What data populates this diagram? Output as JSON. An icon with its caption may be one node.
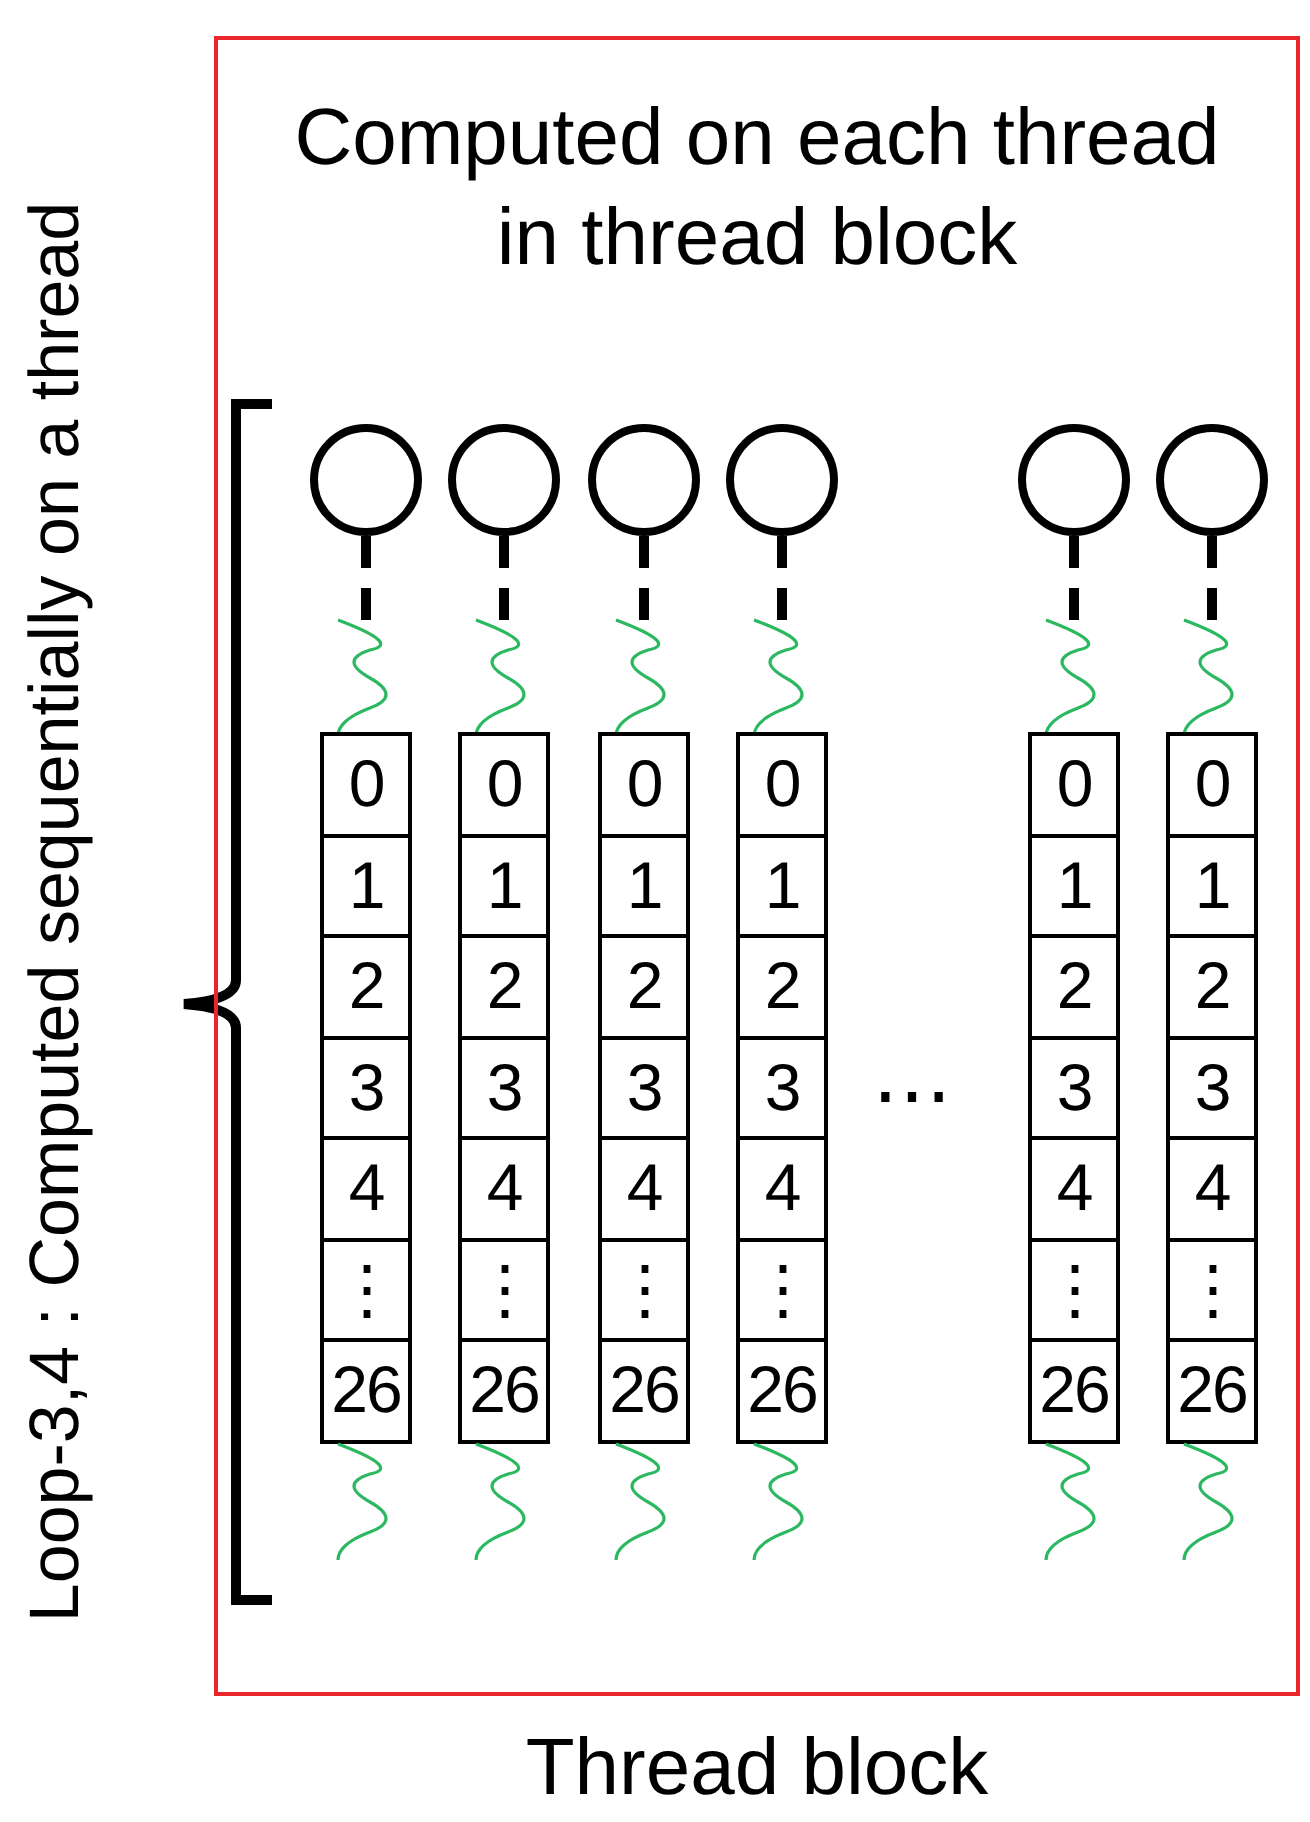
{
  "diagram": {
    "nodes": [
      {
        "text": [
          "Computed on each thread in thread block"
        ],
        "beside": [
          "Thread block"
        ]
      },
      {
        "text": [],
        "shape": "circle",
        "in": 0
      },
      {
        "text": [],
        "shape": "circle",
        "in": 0
      },
      {
        "text": [],
        "shape": "circle",
        "in": 0
      },
      {
        "text": [],
        "shape": "circle",
        "in": 0
      },
      {
        "text": [],
        "shape": "circle",
        "in": 0
      },
      {
        "text": [],
        "shape": "circle",
        "in": 0
      },
      {
        "text": [
          "0",
          "1",
          "2",
          "3",
          "4",
          "⋮",
          "26"
        ],
        "in": 0
      },
      {
        "text": [
          "0",
          "1",
          "2",
          "3",
          "4",
          "⋮",
          "26"
        ],
        "in": 0
      },
      {
        "text": [
          "0",
          "1",
          "2",
          "3",
          "4",
          "⋮",
          "26"
        ],
        "in": 0
      },
      {
        "text": [
          "0",
          "1",
          "2",
          "3",
          "4",
          "⋮",
          "26"
        ],
        "in": 0
      },
      {
        "text": [
          "0",
          "1",
          "2",
          "3",
          "4",
          "⋮",
          "26"
        ],
        "in": 0
      },
      {
        "text": [
          "0",
          "1",
          "2",
          "3",
          "4",
          "⋮",
          "26"
        ],
        "in": 0
      }
    ],
    "edges": [
      {
        "from": 1,
        "to": 7,
        "arrow": "none",
        "style": "dashed"
      },
      {
        "from": 2,
        "to": 8,
        "arrow": "none",
        "style": "dashed"
      },
      {
        "from": 3,
        "to": 9,
        "arrow": "none",
        "style": "dashed"
      },
      {
        "from": 4,
        "to": 10,
        "arrow": "none",
        "style": "dashed"
      },
      {
        "from": 5,
        "to": 11,
        "arrow": "none",
        "style": "dashed"
      },
      {
        "from": 6,
        "to": 12,
        "arrow": "none",
        "style": "dashed"
      }
    ],
    "labels": [
      "Loop-3,4 : Computed sequentially on a thread",
      "⋯"
    ]
  }
}
